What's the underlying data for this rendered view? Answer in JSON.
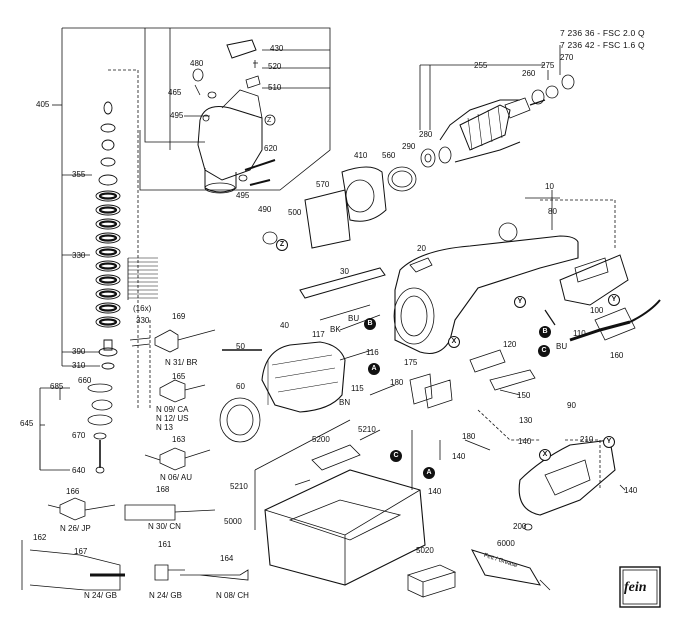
{
  "header": {
    "variant_1": "7 236 36 - FSC 2.0 Q",
    "variant_2": "7 236 42 - FSC 1.6 Q"
  },
  "part_numbers": {
    "p430": "430",
    "p480": "480",
    "p520": "520",
    "p510": "510",
    "p465": "465",
    "p495a": "495",
    "p495b": "495",
    "p405": "405",
    "p355": "355",
    "p330a": "330",
    "p330b": "330",
    "p16x": "(16x)",
    "p390": "390",
    "p310": "310",
    "p620": "620",
    "p490": "490",
    "p500": "500",
    "p570": "570",
    "p410": "410",
    "p560": "560",
    "p290": "290",
    "p280": "280",
    "p255": "255",
    "p260": "260",
    "p275": "275",
    "p270": "270",
    "p10": "10",
    "p80": "80",
    "p20": "20",
    "p30": "30",
    "p40": "40",
    "p50": "50",
    "p60": "60",
    "p100": "100",
    "p110": "110",
    "p120": "120",
    "p160": "160",
    "p175": "175",
    "p180a": "180",
    "p180b": "180",
    "p115": "115",
    "p116": "116",
    "p117": "117",
    "p150": "150",
    "p130": "130",
    "p140a": "140",
    "p140b": "140",
    "p140c": "140",
    "p140d": "140",
    "p90": "90",
    "p210": "210",
    "p200": "200",
    "p5200": "5200",
    "p5210a": "5210",
    "p5210b": "5210",
    "p5000": "5000",
    "p5020": "5020",
    "p6000": "6000",
    "p685": "685",
    "p660": "660",
    "p645": "645",
    "p670": "670",
    "p640": "640",
    "p169": "169",
    "p165": "165",
    "p163": "163",
    "p166": "166",
    "p168": "168",
    "p162": "162",
    "p167": "167",
    "p161": "161",
    "p164": "164"
  },
  "wire_labels": {
    "bk": "BK",
    "bu_a": "BU",
    "bu_b": "BU",
    "bn": "BN"
  },
  "plug_captions": {
    "n31": "N 31/ BR",
    "n09": "N 09/ CA",
    "n12": "N 12/ US",
    "n13": "N 13",
    "n06": "N 06/ AU",
    "n26": "N 26/ JP",
    "n30": "N 30/ CN",
    "n24a": "N 24/ GB",
    "n24b": "N 24/ GB",
    "n08": "N 08/ CH"
  },
  "markers": {
    "a": "A",
    "b": "B",
    "c": "C",
    "z": "Z",
    "x": "X",
    "y": "Y"
  },
  "tube_text": "Fett / Grease",
  "logo_text": "fein"
}
